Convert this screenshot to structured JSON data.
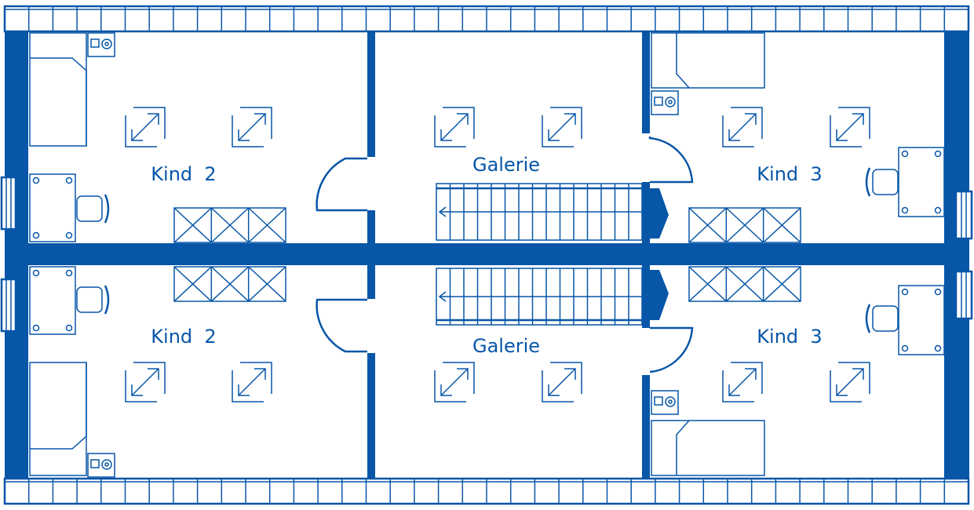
{
  "plan": {
    "colors": {
      "line": "#0756a8",
      "background": "#ffffff"
    },
    "rooms": [
      {
        "label": "Kind  2"
      },
      {
        "label": "Galerie"
      },
      {
        "label": "Kind  3"
      },
      {
        "label": "Kind  2"
      },
      {
        "label": "Galerie"
      },
      {
        "label": "Kind  3"
      }
    ],
    "symbols": [
      "bed",
      "desk",
      "chair",
      "wardrobe",
      "skylight",
      "staircase",
      "door",
      "window",
      "heater"
    ]
  }
}
